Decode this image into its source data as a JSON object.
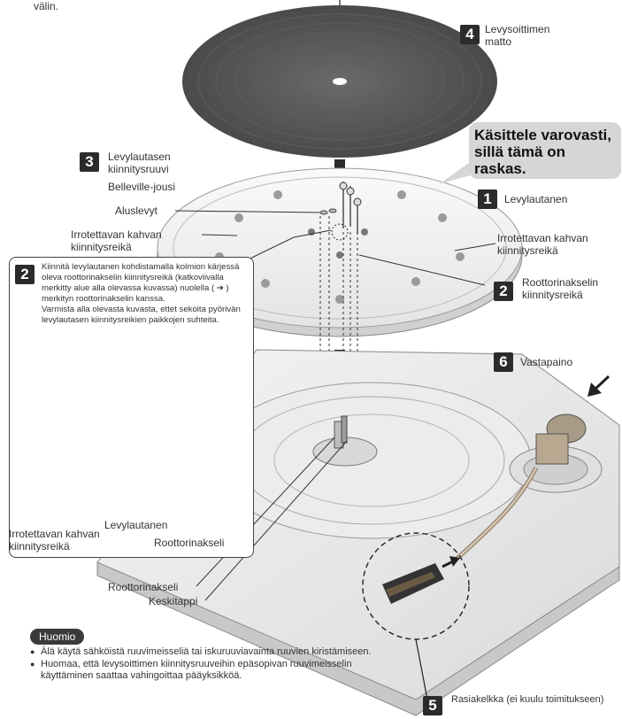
{
  "top": {
    "fragment": "välin."
  },
  "parts": {
    "p4": {
      "num": "4",
      "name": "Levysoittimen matto"
    },
    "p3": {
      "num": "3",
      "name": "Levylautasen kiinnitysruuvi"
    },
    "p1": {
      "num": "1",
      "name": "Levylautanen"
    },
    "p2": {
      "num": "2",
      "name": "Roottorinakselin kiinnitysreikä"
    },
    "p6": {
      "num": "6",
      "name": "Vastapaino"
    },
    "p5": {
      "num": "5",
      "name": "Rasiakelkka (ei kuulu toimitukseen)"
    }
  },
  "callout": "Käsittele varovasti, sillä tämä on raskas.",
  "labels": {
    "belleville": "Belleville-jousi",
    "washers": "Aluslevyt",
    "handle_hole_left": "Irrotettavan kahvan kiinnitysreikä",
    "handle_hole_right": "Irrotettavan kahvan kiinnitysreikä",
    "rotor_shaft": "Roottorinakseli",
    "center_pin": "Keskitappi"
  },
  "infobox": {
    "num": "2",
    "para1": "Kiinnitä levylautanen kohdistamalla kolmion kärjessä oleva roottorinakselin kiinnitysreikä (katkoviivalla merkitty alue alla olevassa kuvassa) nuolella ( ➔ ) merkityn roottorinakselin kanssa.",
    "para2": "Varmista alla olevasta kuvasta, ettet sekoita pyörivän levylautasen kiinnitysreikien paikkojen suhteita.",
    "platter_label": "Levylautanen",
    "handle_label": "Irrotettavan kahvan kiinnitysreikä",
    "rotor_label": "Roottorinakseli"
  },
  "notice": {
    "title": "Huomio",
    "items": [
      "Älä käytä sähköistä ruuvimeisseliä tai iskuruuviavainta ruuvien kiristämiseen.",
      "Huomaa, että levysoittimen kiinnitysruuveihin epäsopivan ruuvimeisselin käyttäminen saattaa vahingoittaa pääyksikköä."
    ]
  }
}
